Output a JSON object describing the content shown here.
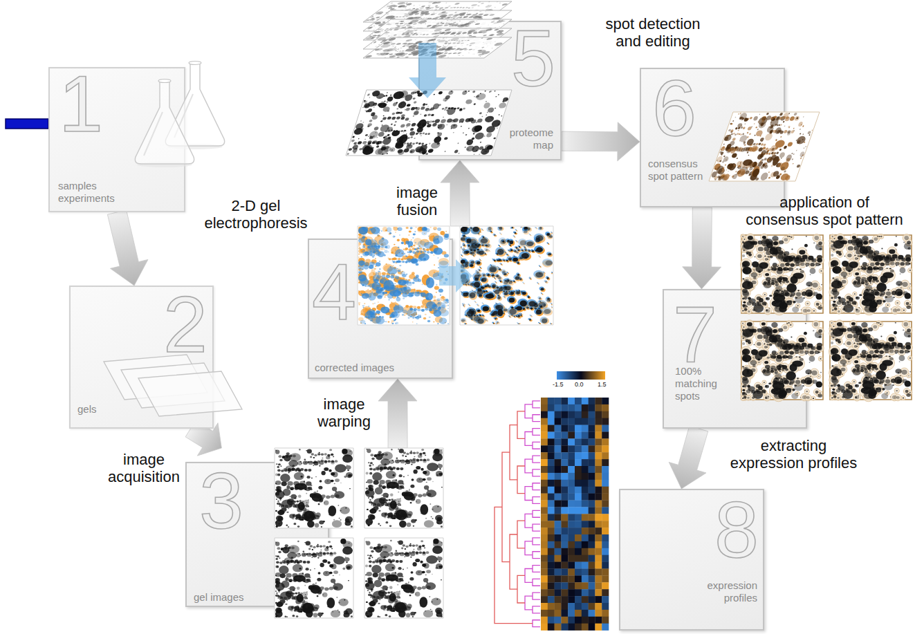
{
  "diagram": {
    "nodes": [
      {
        "text": [
          "1",
          "samples experiments"
        ]
      },
      {
        "text": [
          "2",
          "gels"
        ]
      },
      {
        "text": [
          "3",
          "gel images"
        ]
      },
      {
        "text": [
          "4",
          "corrected images"
        ]
      },
      {
        "text": [
          "5",
          "proteome map"
        ]
      },
      {
        "text": [
          "6",
          "consensus spot pattern"
        ]
      },
      {
        "text": [
          "7",
          "100% matching spots"
        ]
      },
      {
        "text": [
          "8",
          "expression profiles"
        ]
      }
    ],
    "edges": [
      {
        "from": 0,
        "to": 1,
        "arrow": "to",
        "label": "2-D gel electrophoresis"
      },
      {
        "from": 1,
        "to": 2,
        "arrow": "to",
        "label": "image acquisition"
      },
      {
        "from": 2,
        "to": 3,
        "arrow": "to",
        "label": "image warping"
      },
      {
        "from": 3,
        "to": 4,
        "arrow": "to",
        "label": "image fusion"
      },
      {
        "from": 4,
        "to": 5,
        "arrow": "to",
        "label": "spot detection and editing"
      },
      {
        "from": 5,
        "to": 6,
        "arrow": "to",
        "label": "application of consensus spot pattern"
      },
      {
        "from": 6,
        "to": 7,
        "arrow": "to",
        "label": "extracting expression profiles"
      }
    ],
    "labels": [
      "-1.5",
      "0.0",
      "1.5"
    ]
  }
}
